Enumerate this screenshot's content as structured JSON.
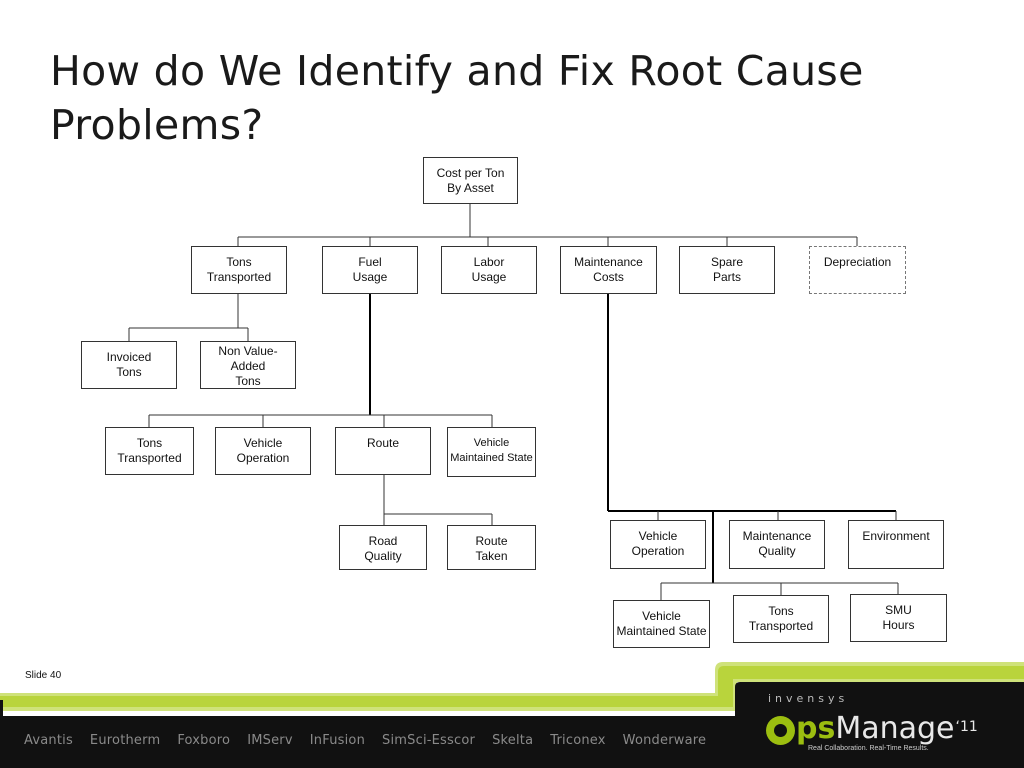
{
  "slide": {
    "title": "How do We Identify and Fix Root Cause Problems?",
    "slide_label": "Slide 40"
  },
  "diagram": {
    "root": "Cost per Ton\nBy Asset",
    "level1": {
      "tons_transported": "Tons\nTransported",
      "fuel_usage": "Fuel\nUsage",
      "labor_usage": "Labor\nUsage",
      "maintenance_costs": "Maintenance\nCosts",
      "spare_parts": "Spare\nParts",
      "depreciation": "Depreciation"
    },
    "tons_children": {
      "invoiced_tons": "Invoiced\nTons",
      "non_value_added_tons": "Non Value-\nAdded\nTons"
    },
    "fuel_children": {
      "tons_transported": "Tons\nTransported",
      "vehicle_operation": "Vehicle\nOperation",
      "route": "Route",
      "vehicle_maintained_state": "Vehicle\nMaintained State"
    },
    "route_children": {
      "road_quality": "Road\nQuality",
      "route_taken": "Route\nTaken"
    },
    "maintenance_children": {
      "vehicle_operation": "Vehicle\nOperation",
      "maintenance_quality": "Maintenance\nQuality",
      "environment": "Environment",
      "vehicle_maintained_state": "Vehicle\nMaintained State",
      "tons_transported": "Tons\nTransported",
      "smu_hours": "SMU\nHours"
    }
  },
  "footer": {
    "brands": [
      "Avantis",
      "Eurotherm",
      "Foxboro",
      "IMServ",
      "InFusion",
      "SimSci-Esscor",
      "Skelta",
      "Triconex",
      "Wonderware"
    ],
    "company": "invensys",
    "product_ops": "ps",
    "product_manage": "Manage",
    "product_year": "‘11",
    "tagline": "Real Collaboration. Real-Time Results."
  },
  "colors": {
    "accent_green": "#9cbe10",
    "footer_black": "#111111"
  }
}
